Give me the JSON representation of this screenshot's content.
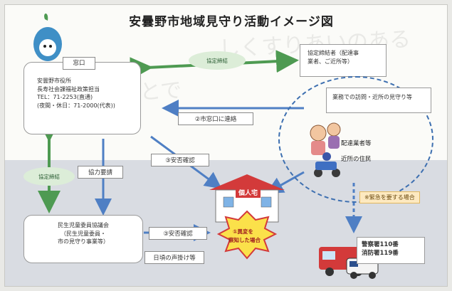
{
  "title": "安曇野市地域見守り活動イメージ図",
  "madoguchi": {
    "header": "窓口",
    "lines": [
      "安曇野市役所",
      "長寿社会課福祉政策担当",
      "TEL：71-2253(直通)",
      "(夜間・休日：71-2000(代表))"
    ]
  },
  "kyotei_top": "協定締結",
  "kyotei_left": "協定締結",
  "partners": {
    "line1": "協定締結者（配達事",
    "line2": "業者、ご近所等）"
  },
  "mimamori_box": "業務での訪問・近所の見守り等",
  "contact_tag": "②市窓口に連絡",
  "anpi_upper": "③安否確認",
  "kyoryoku": "協力要請",
  "residents": {
    "line1": "配達業者等",
    "line2": "近所の住民"
  },
  "house_label": "個人宅",
  "alert": {
    "line1": "①異変を",
    "line2": "察知した場合"
  },
  "emergency_tag": "※緊急を要する場合",
  "minsei": {
    "line1": "民生児童委員協議会",
    "line2": "（民生児童委員・",
    "line3": "市の見守り事業等）"
  },
  "anpi_lower": "③安否確認",
  "koekake": "日頃の声掛け等",
  "police": {
    "line1": "警察署110番",
    "line2": "消防署119番"
  },
  "colors": {
    "green_arrow": "#4e9a52",
    "blue_arrow": "#4f7fc4",
    "red": "#d33a3a",
    "mascot": "#3f8fc6"
  }
}
